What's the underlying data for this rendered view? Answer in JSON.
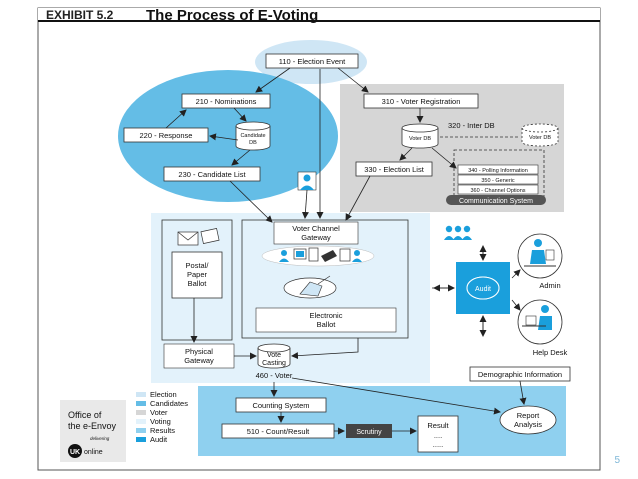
{
  "header": {
    "exhibit": "EXHIBIT 5.2",
    "title": "The Process of E-Voting"
  },
  "nodes": {
    "election_event": "110 - Election Event",
    "nominations": "210 - Nominations",
    "response": "220 - Response",
    "candidate_db": [
      "Candidate",
      "DB"
    ],
    "candidate_list": "230 - Candidate List",
    "voter_registration": "310 - Voter Registration",
    "voter_db": "Voter DB",
    "inter_db_label": "320 - Inter DB",
    "inter_db": "Voter DB",
    "election_list": "330 - Election List",
    "comm_items": [
      "340 - Polling Information",
      "350 - Generic",
      "360 - Channel Options"
    ],
    "comm_system": "Communication System",
    "voter_channel_gateway": [
      "Voter Channel",
      "Gateway"
    ],
    "postal_ballot": [
      "Postal/",
      "Paper",
      "Ballot"
    ],
    "electronic_ballot": [
      "Electronic",
      "Ballot"
    ],
    "physical_gateway": [
      "Physical",
      "Gateway"
    ],
    "vote_casting": [
      "Vote",
      "Casting"
    ],
    "voter": "460 - Voter",
    "audit": "Audit",
    "admin": "Admin",
    "help_desk": "Help Desk",
    "demographic": "Demographic Information",
    "counting_system": "Counting System",
    "count_result": "510 - Count/Result",
    "scrutiny": "Scrutiny",
    "result": [
      "Result",
      "....",
      "....."
    ],
    "report_analysis": [
      "Report",
      "Analysis"
    ]
  },
  "legend": {
    "items": [
      {
        "label": "Election",
        "color": "#cfe6f5"
      },
      {
        "label": "Candidates",
        "color": "#64bde6"
      },
      {
        "label": "Voter",
        "color": "#d6d6d6"
      },
      {
        "label": "Voting",
        "color": "#e3f2fb"
      },
      {
        "label": "Results",
        "color": "#8fd0ef"
      },
      {
        "label": "Audit",
        "color": "#1a9fdc"
      }
    ]
  },
  "branding": {
    "office_line1": "Office of",
    "office_line2": "the e-Envoy",
    "delivering": "delivering",
    "uk": "UK",
    "online": "online"
  },
  "page_number": "5"
}
